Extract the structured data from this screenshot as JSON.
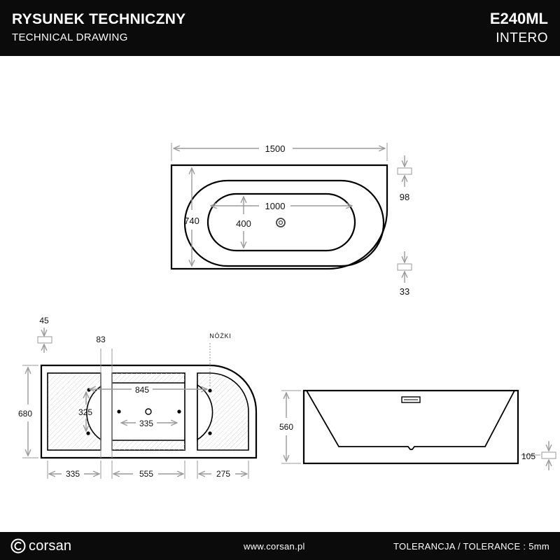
{
  "header": {
    "title_pl": "RYSUNEK TECHNICZNY",
    "title_en": "TECHNICAL DRAWING",
    "model": "E240ML",
    "series": "INTERO"
  },
  "top_view": {
    "length": "1500",
    "width": "740",
    "basin_length": "1000",
    "basin_width": "400",
    "rim_top": "98",
    "rim_bottom": "33"
  },
  "bottom_view": {
    "feet_label": "NÓŻKI",
    "dim_45": "45",
    "dim_83": "83",
    "dim_680": "680",
    "dim_845": "845",
    "dim_325": "325",
    "dim_335_inner": "335",
    "dim_335": "335",
    "dim_555": "555",
    "dim_275": "275"
  },
  "side_view": {
    "height": "560",
    "drain_height": "105"
  },
  "footer": {
    "brand": "corsan",
    "website": "www.corsan.pl",
    "tolerance": "TOLERANCJA / TOLERANCE : 5mm"
  },
  "colors": {
    "bar": "#0b0b0b",
    "line": "#000000",
    "dim": "#9a9a9a"
  }
}
